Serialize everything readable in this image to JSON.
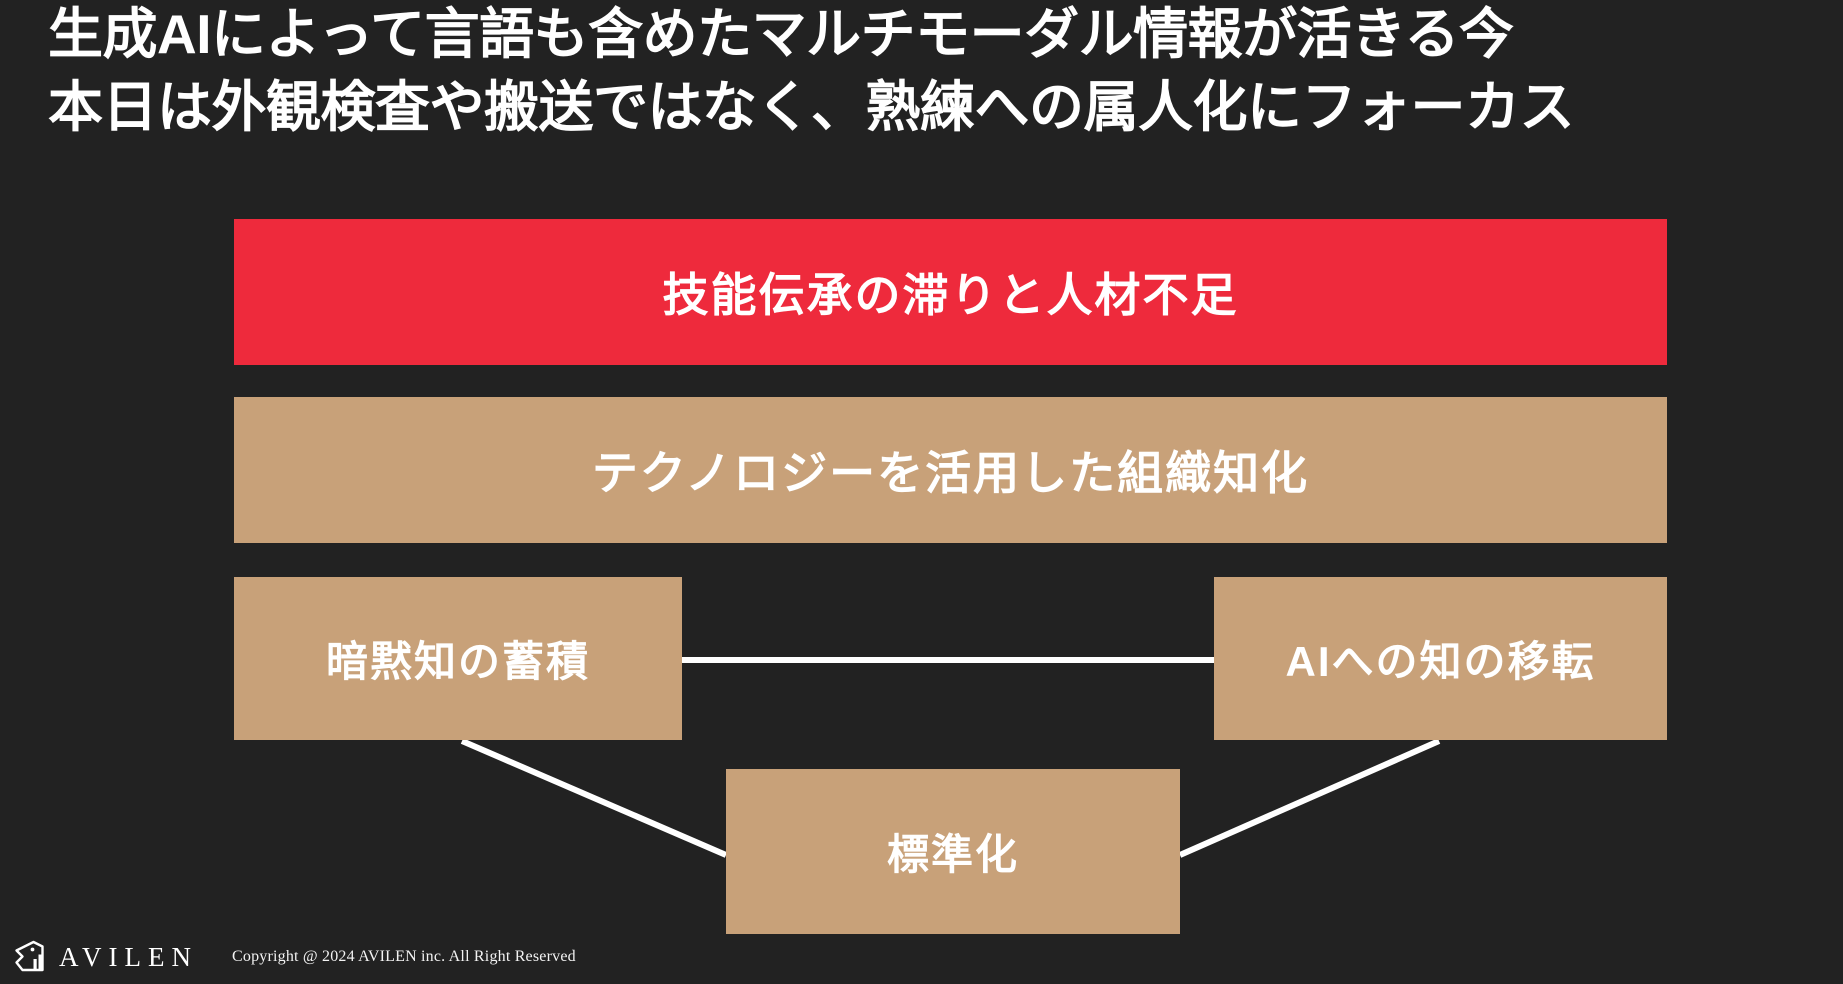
{
  "slide": {
    "background_color": "#222222",
    "headline": {
      "line1": "生成AIによって言語も含めたマルチモーダル情報が活きる今",
      "line2": "本日は外観検査や搬送ではなく、熟練への属人化にフォーカス"
    },
    "diagram": {
      "problem_box": {
        "label": "技能伝承の滞りと人材不足",
        "color": "#ee2a3c",
        "text_color": "#ffffff"
      },
      "solution_box": {
        "label": "テクノロジーを活用した組織知化",
        "color": "#c8a179",
        "text_color": "#ffffff"
      },
      "pillars": [
        {
          "id": "tacit",
          "label": "暗黙知の蓄積",
          "color": "#c8a179",
          "text_color": "#ffffff"
        },
        {
          "id": "transfer",
          "label": "AIへの知の移転",
          "color": "#c8a179",
          "text_color": "#ffffff"
        },
        {
          "id": "standard",
          "label": "標準化",
          "color": "#c8a179",
          "text_color": "#ffffff"
        }
      ],
      "connector_color": "#ffffff"
    },
    "footer": {
      "logo_icon": "avilen-lion-mark-icon",
      "wordmark": "AVILEN",
      "copyright": "Copyright @ 2024 AVILEN inc. All Right Reserved"
    }
  }
}
